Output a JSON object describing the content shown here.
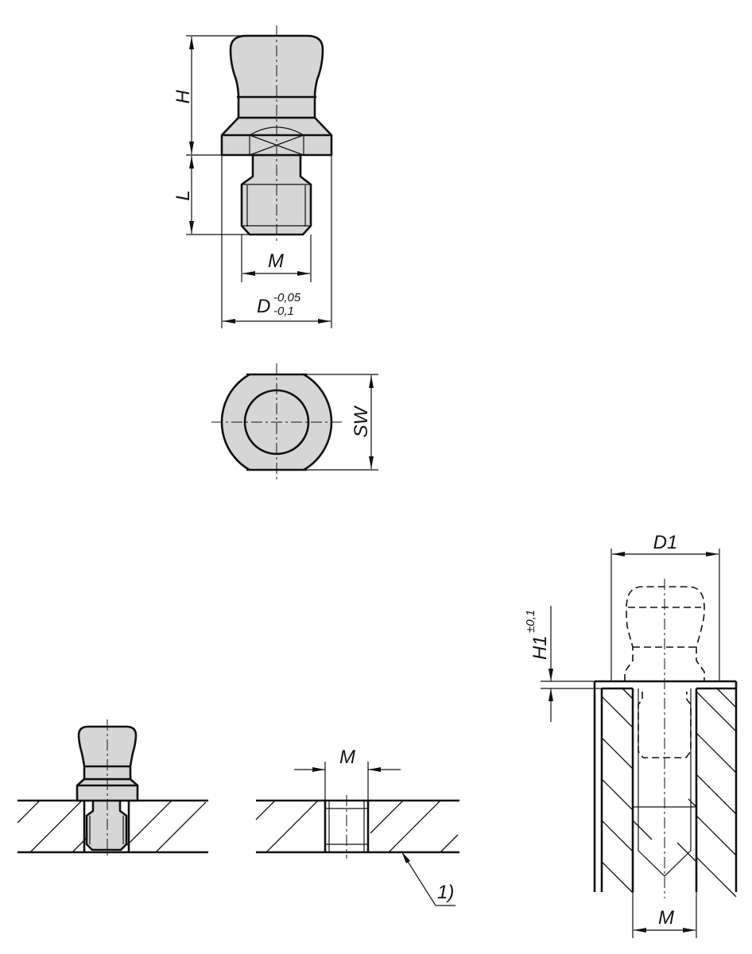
{
  "labels": {
    "H": "H",
    "L": "L",
    "M": "M",
    "D": "D",
    "D_tol_upper": "-0,05",
    "D_tol_lower": "-0,1",
    "SW": "SW",
    "D1": "D1",
    "H1": "H1",
    "H1_tol": "±0,1",
    "note": "1)"
  },
  "colors": {
    "part_fill": "#d6d6d6",
    "line": "#111111"
  }
}
